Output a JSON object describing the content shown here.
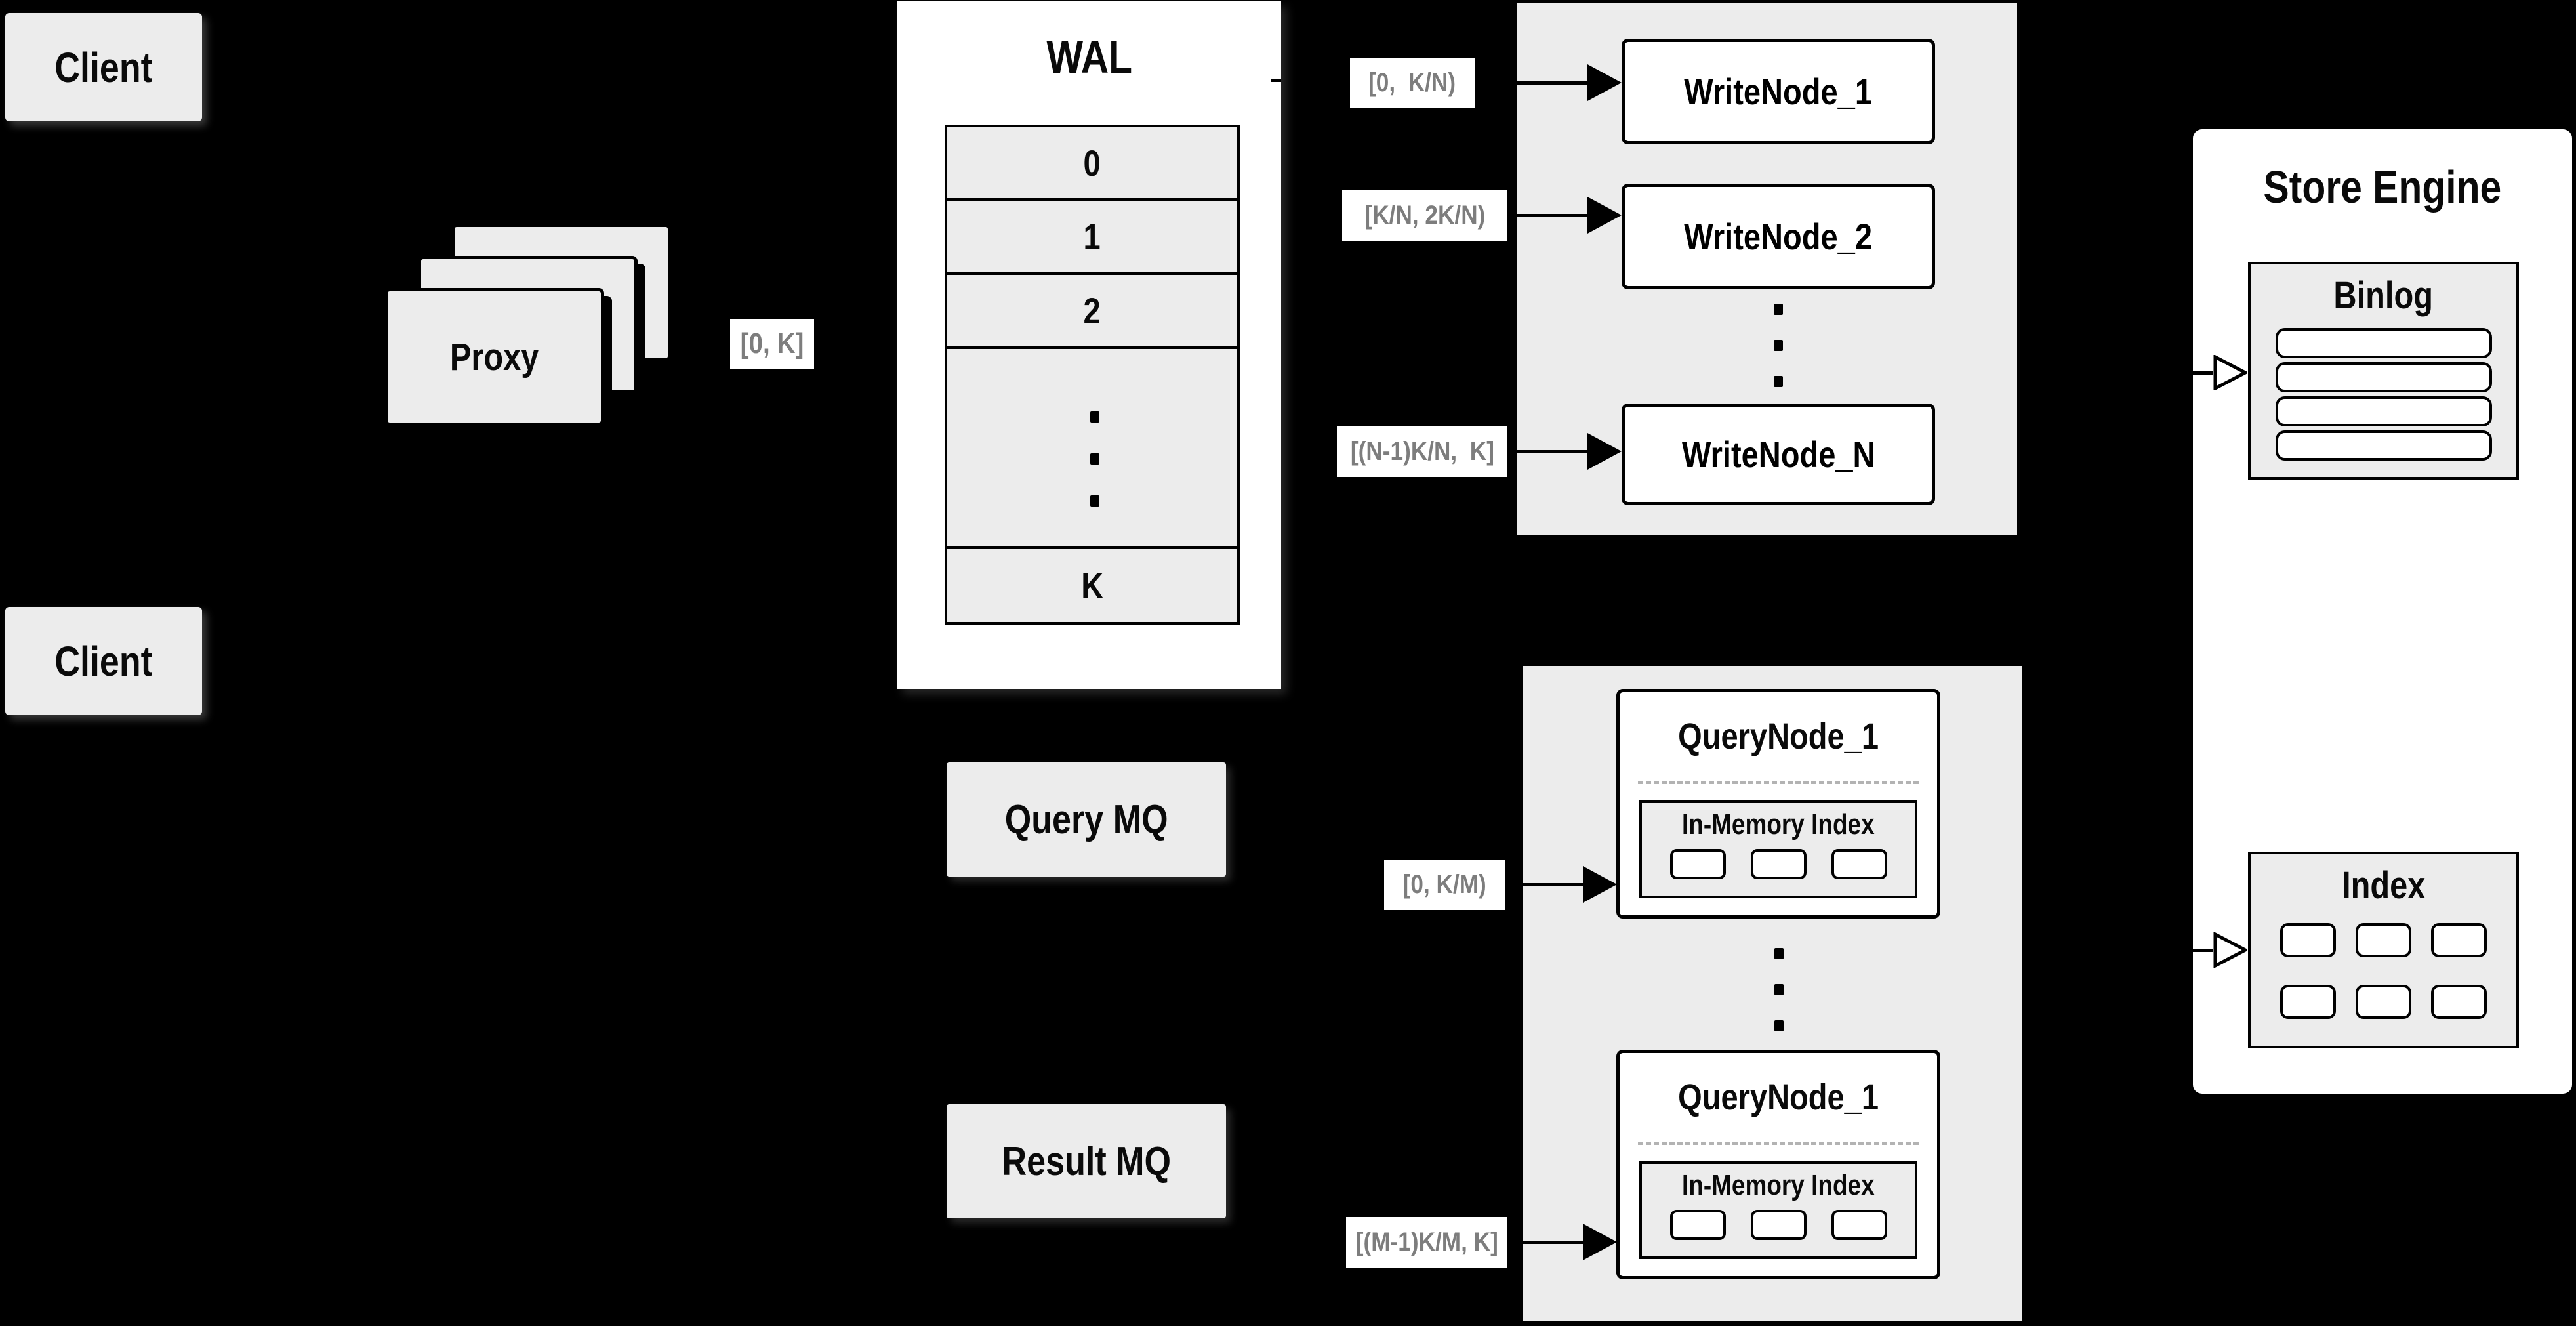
{
  "colors": {
    "background": "#000000",
    "box_fill": "#ececec",
    "node_fill": "#ffffff",
    "border": "#000000",
    "range_label_text": "#7d7d7d",
    "dashed_divider": "#b3b3b3"
  },
  "clients": {
    "top_label": "Client",
    "bottom_label": "Client"
  },
  "proxy": {
    "label": "Proxy"
  },
  "proxy_range_label": "[0, K]",
  "wal": {
    "title": "WAL",
    "rows": [
      "0",
      "1",
      "2"
    ],
    "last_row": "K"
  },
  "write_section": {
    "nodes": [
      "WriteNode_1",
      "WriteNode_2"
    ],
    "last_node": "WriteNode_N",
    "range_labels": [
      "[0,  K/N)",
      "[K/N, 2K/N)",
      "[(N-1)K/N,  K]"
    ]
  },
  "mq": {
    "query": "Query MQ",
    "result": "Result MQ"
  },
  "query_section": {
    "nodes": [
      {
        "title": "QueryNode_1",
        "inner_title": "In-Memory Index"
      },
      {
        "title": "QueryNode_1",
        "inner_title": "In-Memory Index"
      }
    ],
    "range_labels": [
      "[0, K/M)",
      "[(M-1)K/M, K]"
    ]
  },
  "store_engine": {
    "title": "Store Engine",
    "binlog_title": "Binlog",
    "index_title": "Index"
  }
}
